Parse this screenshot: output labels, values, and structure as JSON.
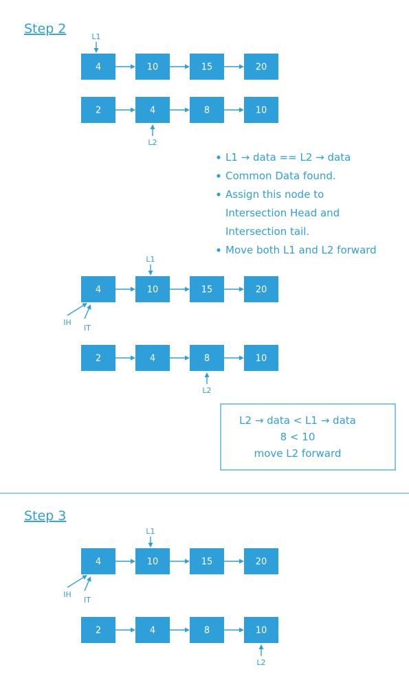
{
  "step2": {
    "title": "Step 2",
    "stage1": {
      "list1": [
        "4",
        "10",
        "15",
        "20"
      ],
      "list2": [
        "2",
        "4",
        "8",
        "10"
      ],
      "l1_label": "L1",
      "l2_label": "L2",
      "l1_index": 0,
      "l2_index": 1
    },
    "bullets": [
      "L1 → data == L2 → data",
      "Common Data found.",
      "Assign this node to",
      "Intersection Head and",
      "Intersection tail.",
      "Move both L1 and L2 forward"
    ],
    "bullet_starts": [
      true,
      true,
      true,
      false,
      false,
      true
    ],
    "stage2": {
      "list1": [
        "4",
        "10",
        "15",
        "20"
      ],
      "list2": [
        "2",
        "4",
        "8",
        "10"
      ],
      "l1_label": "L1",
      "l2_label": "L2",
      "ih_label": "IH",
      "it_label": "IT",
      "l1_index": 1,
      "l2_index": 2
    },
    "comparison": [
      "L2 → data < L1 → data",
      "8  <  10",
      "move L2 forward"
    ]
  },
  "step3": {
    "title": "Step 3",
    "list1": [
      "4",
      "10",
      "15",
      "20"
    ],
    "list2": [
      "2",
      "4",
      "8",
      "10"
    ],
    "l1_label": "L1",
    "l2_label": "L2",
    "ih_label": "IH",
    "it_label": "IT",
    "l1_index": 1,
    "l2_index": 3
  },
  "colors": {
    "accent": "#2e9fd8",
    "background": "#ffffff"
  }
}
